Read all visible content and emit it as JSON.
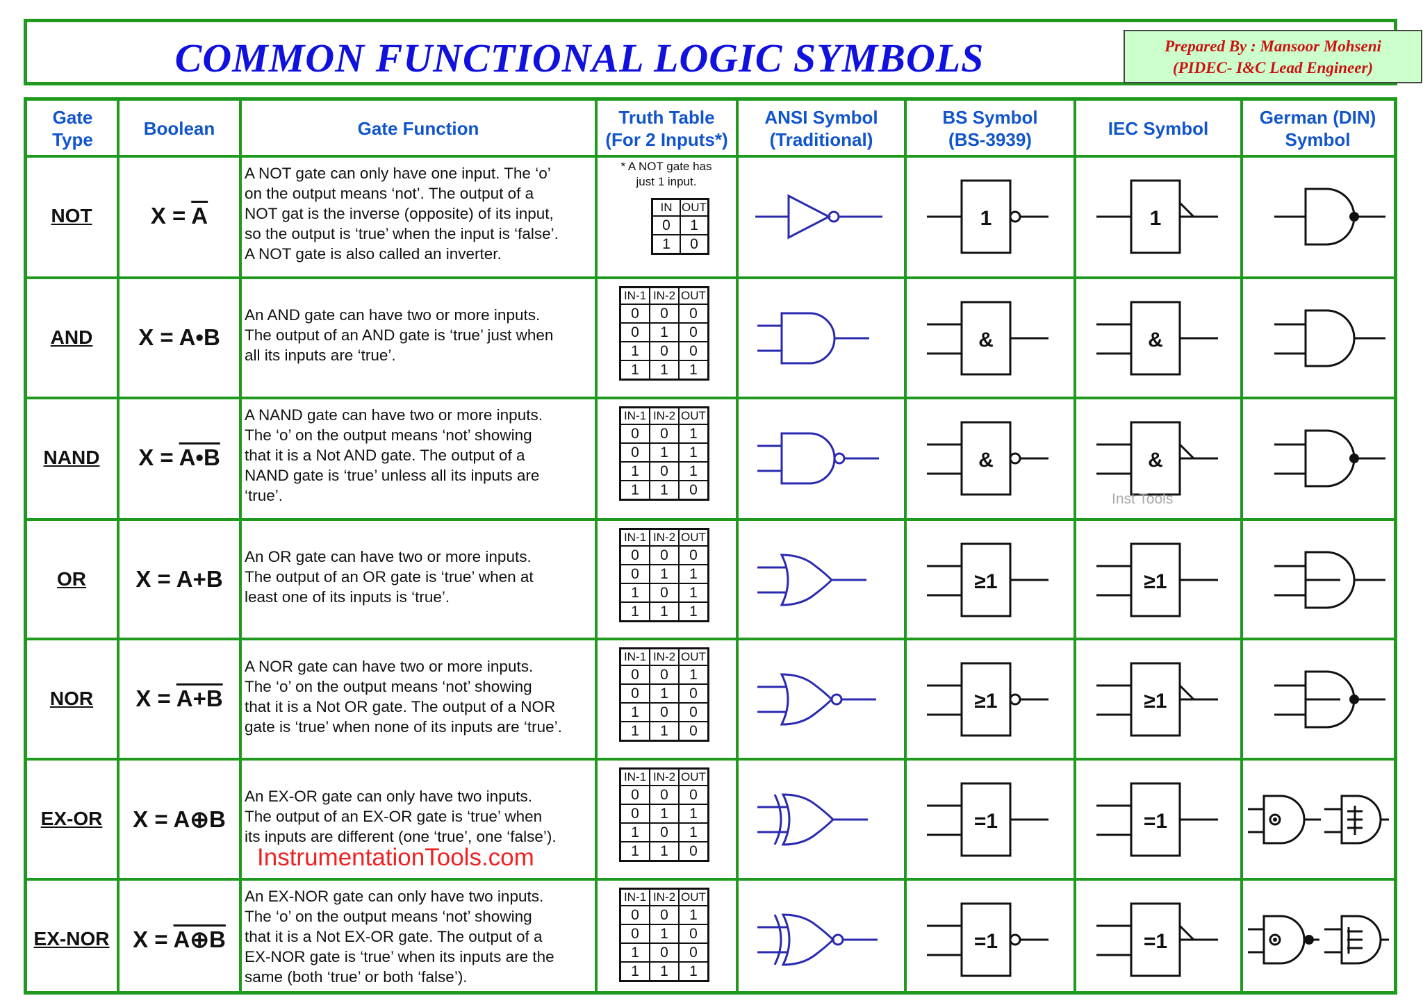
{
  "title": "COMMON FUNCTIONAL LOGIC SYMBOLS",
  "prepared_by": {
    "line1": "Prepared By : Mansoor Mohseni",
    "line2": "(PIDEC- I&C Lead Engineer)"
  },
  "headers": {
    "gate_type": [
      "Gate",
      "Type"
    ],
    "boolean": "Boolean",
    "gate_function": "Gate Function",
    "truth_table": [
      "Truth Table",
      "(For 2 Inputs*)"
    ],
    "ansi": [
      "ANSI Symbol",
      "(Traditional)"
    ],
    "bs": [
      "BS Symbol",
      "(BS-3939)"
    ],
    "iec": "IEC Symbol",
    "din": [
      "German (DIN)",
      "Symbol"
    ]
  },
  "not_note": [
    "* A NOT gate has",
    "just 1 input."
  ],
  "tt_header_2in": [
    "IN-1",
    "IN-2",
    "OUT"
  ],
  "tt_header_1in": [
    "IN",
    "OUT"
  ],
  "rows": [
    {
      "gate": "NOT",
      "bool_pre": "X = ",
      "bool_expr": "A",
      "desc": [
        "A NOT gate can only have one input. The ‘o’",
        "on the output means ‘not’. The output of a",
        "NOT gat is the inverse (opposite) of its input,",
        "so the output is ‘true’ when the input is ‘false’.",
        "A NOT gate is also called an inverter."
      ],
      "truth": [
        [
          "0",
          "1"
        ],
        [
          "1",
          "0"
        ]
      ],
      "bs_label": "1",
      "iec_label": "1"
    },
    {
      "gate": "AND",
      "bool_pre": "X = A•B",
      "bool_expr": "",
      "desc": [
        "An AND gate can have two or more inputs.",
        "The output of an AND gate is ‘true’ just when",
        "all its inputs are ‘true’."
      ],
      "truth": [
        [
          "0",
          "0",
          "0"
        ],
        [
          "0",
          "1",
          "0"
        ],
        [
          "1",
          "0",
          "0"
        ],
        [
          "1",
          "1",
          "1"
        ]
      ],
      "bs_label": "&",
      "iec_label": "&"
    },
    {
      "gate": "NAND",
      "bool_pre": "X = ",
      "bool_expr": "A•B",
      "desc": [
        "A NAND gate can have two or more inputs.",
        "The ‘o’ on the output means ‘not’ showing",
        "that it is a Not AND gate. The output of a",
        "NAND gate is ‘true’ unless all its inputs are",
        "‘true’."
      ],
      "truth": [
        [
          "0",
          "0",
          "1"
        ],
        [
          "0",
          "1",
          "1"
        ],
        [
          "1",
          "0",
          "1"
        ],
        [
          "1",
          "1",
          "0"
        ]
      ],
      "bs_label": "&",
      "iec_label": "&"
    },
    {
      "gate": "OR",
      "bool_pre": "X = A+B",
      "bool_expr": "",
      "desc": [
        "An OR gate can have two or more inputs.",
        "The output of an OR gate is ‘true’ when at",
        "least one of its inputs is ‘true’."
      ],
      "truth": [
        [
          "0",
          "0",
          "0"
        ],
        [
          "0",
          "1",
          "1"
        ],
        [
          "1",
          "0",
          "1"
        ],
        [
          "1",
          "1",
          "1"
        ]
      ],
      "bs_label": "≥1",
      "iec_label": "≥1"
    },
    {
      "gate": "NOR",
      "bool_pre": "X = ",
      "bool_expr": "A+B",
      "desc": [
        "A NOR gate can have two or more inputs.",
        "The ‘o’ on the output means ‘not’ showing",
        "that it is a Not OR gate. The output of a NOR",
        "gate is ‘true’ when none of its inputs are ‘true’."
      ],
      "truth": [
        [
          "0",
          "0",
          "1"
        ],
        [
          "0",
          "1",
          "0"
        ],
        [
          "1",
          "0",
          "0"
        ],
        [
          "1",
          "1",
          "0"
        ]
      ],
      "bs_label": "≥1",
      "iec_label": "≥1"
    },
    {
      "gate": "EX-OR",
      "bool_pre": "X = A⊕B",
      "bool_expr": "",
      "desc": [
        "An EX-OR gate can only have two inputs.",
        "The output of an EX-OR gate is ‘true’ when",
        "its inputs are different (one ‘true’, one ‘false’)."
      ],
      "truth": [
        [
          "0",
          "0",
          "0"
        ],
        [
          "0",
          "1",
          "1"
        ],
        [
          "1",
          "0",
          "1"
        ],
        [
          "1",
          "1",
          "0"
        ]
      ],
      "bs_label": "=1",
      "iec_label": "=1"
    },
    {
      "gate": "EX-NOR",
      "bool_pre": "X = ",
      "bool_expr": "A⊕B",
      "desc": [
        "An EX-NOR gate can only have two inputs.",
        "The ‘o’ on the output means ‘not’ showing",
        "that it is a Not EX-OR gate. The output of a",
        "EX-NOR gate is ‘true’ when its inputs are the",
        "same (both ‘true’ or both ‘false’)."
      ],
      "truth": [
        [
          "0",
          "0",
          "1"
        ],
        [
          "0",
          "1",
          "0"
        ],
        [
          "1",
          "0",
          "0"
        ],
        [
          "1",
          "1",
          "1"
        ]
      ],
      "bs_label": "=1",
      "iec_label": "=1"
    }
  ],
  "watermarks": {
    "main": "InstrumentationTools.com",
    "small": "Inst Tools"
  },
  "colors": {
    "grid": "#1f9a1f",
    "title": "#1111dd",
    "header": "#1155cc",
    "ansi": "#2a2ab0",
    "prep_bg": "#ccffcc",
    "prep_text": "#cc1111",
    "watermark": "#ee2222"
  }
}
